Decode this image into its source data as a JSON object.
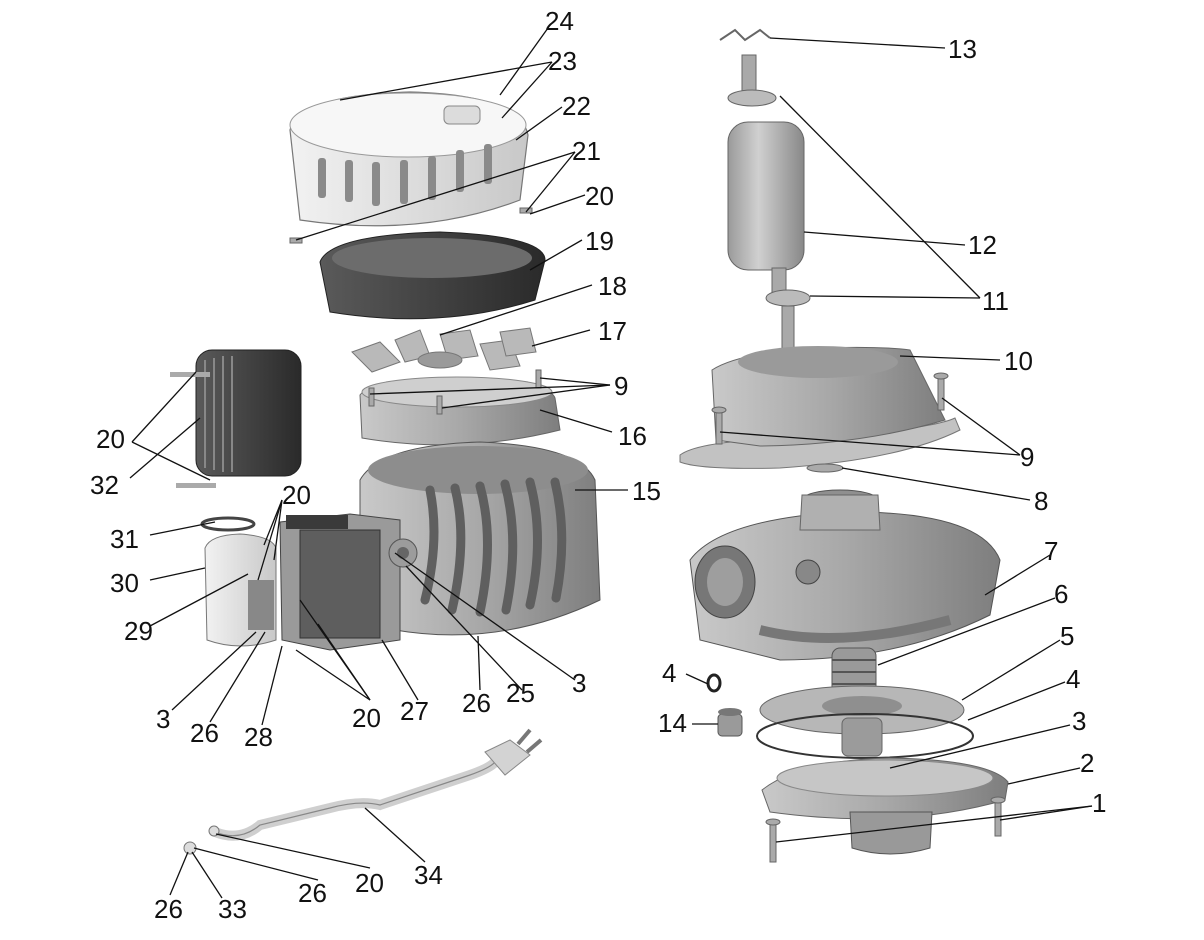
{
  "diagram": {
    "labels": [
      {
        "text": "24"
      },
      {
        "text": "23"
      },
      {
        "text": "22"
      },
      {
        "text": "21"
      },
      {
        "text": "20"
      },
      {
        "text": "19"
      },
      {
        "text": "18"
      },
      {
        "text": "17"
      },
      {
        "text": "9"
      },
      {
        "text": "16"
      },
      {
        "text": "15"
      },
      {
        "text": "20"
      },
      {
        "text": "32"
      },
      {
        "text": "20"
      },
      {
        "text": "31"
      },
      {
        "text": "30"
      },
      {
        "text": "29"
      },
      {
        "text": "3"
      },
      {
        "text": "26"
      },
      {
        "text": "28"
      },
      {
        "text": "20"
      },
      {
        "text": "27"
      },
      {
        "text": "26"
      },
      {
        "text": "25"
      },
      {
        "text": "3"
      },
      {
        "text": "34"
      },
      {
        "text": "20"
      },
      {
        "text": "26"
      },
      {
        "text": "33"
      },
      {
        "text": "26"
      },
      {
        "text": "13"
      },
      {
        "text": "12"
      },
      {
        "text": "11"
      },
      {
        "text": "10"
      },
      {
        "text": "9"
      },
      {
        "text": "8"
      },
      {
        "text": "7"
      },
      {
        "text": "6"
      },
      {
        "text": "5"
      },
      {
        "text": "4"
      },
      {
        "text": "4"
      },
      {
        "text": "14"
      },
      {
        "text": "3"
      },
      {
        "text": "2"
      },
      {
        "text": "1"
      }
    ]
  }
}
